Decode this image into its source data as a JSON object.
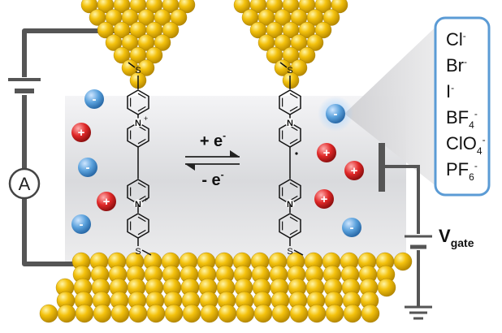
{
  "ammeter": {
    "label": "A"
  },
  "reaction": {
    "forward": {
      "text": "+ e",
      "sup": "-"
    },
    "reverse": {
      "text": "- e",
      "sup": "-"
    }
  },
  "anions": [
    {
      "base": "Cl",
      "sup": "-"
    },
    {
      "base": "Br",
      "sup": "-"
    },
    {
      "base": "I",
      "sup": "-"
    },
    {
      "base": "BF",
      "sub": "4",
      "sup": "-"
    },
    {
      "base": "ClO",
      "sub": "4",
      "sup": "-"
    },
    {
      "base": "PF",
      "sub": "6",
      "sup": "-"
    }
  ],
  "gate": {
    "label": "V",
    "sub": "gate"
  },
  "molecule": {
    "atoms": {
      "nitrogen": "N",
      "sulfur": "S",
      "charge": "+"
    }
  },
  "ions": {
    "anion_sign": "-",
    "cation_sign": "+",
    "anion_color": "#5aa1dc",
    "cation_color": "#e02828"
  },
  "colors": {
    "gold": "#f4c20d",
    "wire": "#555555",
    "box_border": "#5b9bd5"
  }
}
